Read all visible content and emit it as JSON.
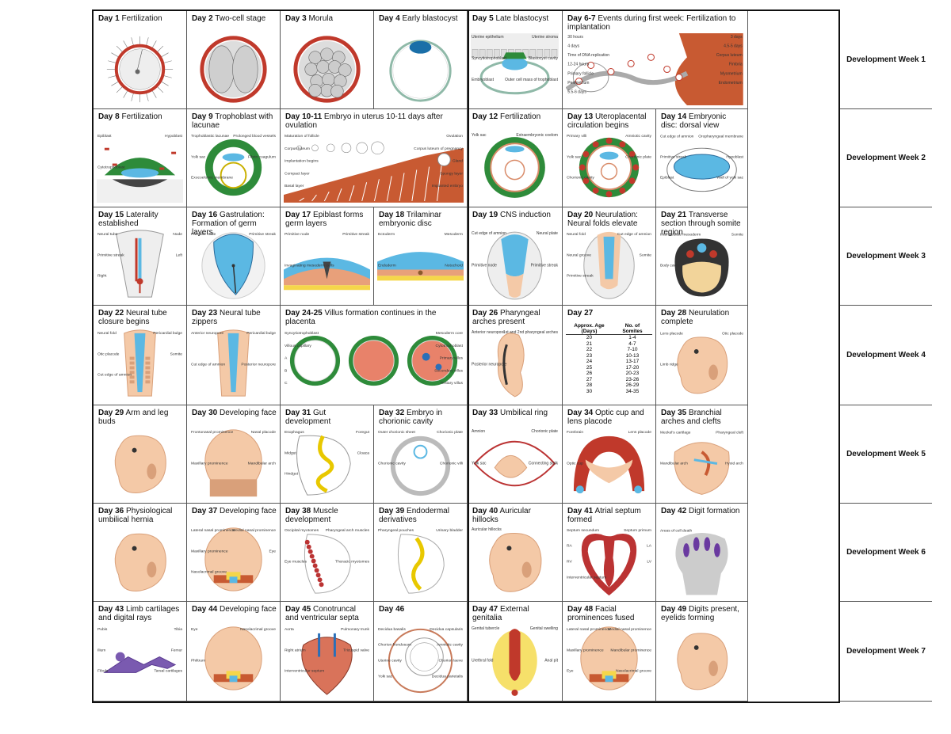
{
  "rows": [
    {
      "week": "Development Week 1",
      "cells": [
        {
          "day": "Day 1",
          "desc": "Fertilization",
          "art": "zygote"
        },
        {
          "day": "Day 2",
          "desc": "Two-cell stage",
          "art": "twocell"
        },
        {
          "day": "Day 3",
          "desc": "Morula",
          "art": "morula"
        },
        {
          "day": "Day 4",
          "desc": "Early blastocyst",
          "art": "blastocyst"
        },
        {
          "day": "Day 5",
          "desc": "Late blastocyst",
          "art": "lateblast",
          "labels": [
            "Uterine epithelium",
            "Uterine stroma",
            "Syncytiotrophoblast",
            "Blastocyst cavity",
            "Embryoblast",
            "Outer cell mass of trophoblast"
          ]
        },
        {
          "day": "Day 6-7",
          "desc": "Events during first week: Fertilization to implantation",
          "art": "tube",
          "labels": [
            "30 hours",
            "3 days",
            "4 days",
            "4.5-5 days",
            "Time of DNA replication",
            "Corpus luteum",
            "12-24 hours",
            "Fimbria",
            "Primary follicle",
            "Myometrium",
            "Perimetrium",
            "Endometrium",
            "5.5-6 days"
          ]
        }
      ]
    },
    {
      "week": "Development Week 2",
      "cells": [
        {
          "day": "Day 8",
          "desc": "Fertilization",
          "art": "implant",
          "labels": [
            "Epiblast",
            "Hypoblast",
            "Cytotrophoblast"
          ]
        },
        {
          "day": "Day 9",
          "desc": "Trophoblast with lacunae",
          "art": "lacunae",
          "labels": [
            "Trophoblastic lacunae",
            "Prolonged blood vessels",
            "Yolk sac",
            "Fibrin coagulum",
            "Exocoelomic membrane"
          ]
        },
        {
          "day": "Day 10-11",
          "desc": "Embryo in uterus 10-11 days after ovulation",
          "art": "uterus",
          "labels": [
            "Maturation of follicle",
            "Ovulation",
            "Corpus luteum",
            "Corpus luteum of pregnancy",
            "Implantation begins",
            "Gland",
            "Compact layer",
            "Spongy layer",
            "Basal layer",
            "Implanted embryo"
          ]
        },
        {
          "day": "Day 12",
          "desc": "Fertilization",
          "art": "day12",
          "labels": [
            "Yolk sac",
            "Extraembryonic coelom"
          ]
        },
        {
          "day": "Day 13",
          "desc": "Uteroplacental circulation begins",
          "art": "day13",
          "labels": [
            "Primary villi",
            "Amniotic cavity",
            "Yolk sac",
            "Chorionic plate",
            "Chorionic cavity"
          ]
        },
        {
          "day": "Day 14",
          "desc": "Embryonic disc: dorsal view",
          "art": "disc14",
          "labels": [
            "Cut edge of amnion",
            "Oropharyngeal membrane",
            "Primitive streak",
            "Hypoblast",
            "Epiblast",
            "Wall of yolk sac"
          ]
        }
      ]
    },
    {
      "week": "Development Week 3",
      "cells": [
        {
          "day": "Day 15",
          "desc": "Laterality established",
          "art": "laterality",
          "labels": [
            "Neural tube",
            "Node",
            "Primitive streak",
            "Left",
            "Right"
          ]
        },
        {
          "day": "Day 16",
          "desc": "Gastrulation: Formation of germ layers",
          "art": "gastrula",
          "labels": [
            "Primitive node",
            "Primitive streak"
          ]
        },
        {
          "day": "Day 17",
          "desc": "Epiblast forms germ layers",
          "art": "germ",
          "labels": [
            "Primitive node",
            "Primitive streak",
            "Invaginating mesoderm cells"
          ]
        },
        {
          "day": "Day 18",
          "desc": "Trilaminar embryonic disc",
          "art": "trilaminar",
          "labels": [
            "Ectoderm",
            "Mesoderm",
            "Endoderm",
            "Notochord"
          ]
        },
        {
          "day": "Day 19",
          "desc": "CNS induction",
          "art": "cns",
          "labels": [
            "Cut edge of amnion",
            "Neural plate",
            "Primitive node",
            "Primitive streak"
          ]
        },
        {
          "day": "Day 20",
          "desc": "Neurulation: Neural folds elevate",
          "art": "neuro",
          "labels": [
            "Neural fold",
            "Cut edge of amnion",
            "Neural groove",
            "Somite",
            "Primitive streak"
          ]
        },
        {
          "day": "Day 21",
          "desc": "Transverse section through somite region",
          "art": "section",
          "labels": [
            "Intermediate mesoderm",
            "Somite",
            "Body cavity"
          ]
        }
      ]
    },
    {
      "week": "Development Week 4",
      "cells": [
        {
          "day": "Day 22",
          "desc": "Neural tube closure begins",
          "art": "tube22",
          "labels": [
            "Neural fold",
            "Pericardial bulge",
            "Otic placode",
            "Somite",
            "Cut edge of amnion"
          ]
        },
        {
          "day": "Day 23",
          "desc": "Neural tube zippers",
          "art": "tube23",
          "labels": [
            "Anterior neuropore",
            "Pericardial bulge",
            "Cut edge of amnion",
            "Posterior neuropore"
          ]
        },
        {
          "day": "Day 24-25",
          "desc": "Villus formation continues in the placenta",
          "art": "villi",
          "labels": [
            "Syncytiotrophoblast",
            "Mesoderm core",
            "Villous capillary",
            "Cytotrophoblast",
            "A",
            "Primary villus",
            "B",
            "Secondary villus",
            "C",
            "Tertiary villus"
          ]
        },
        {
          "day": "Day 26",
          "desc": "Pharyngeal arches present",
          "art": "embryo26",
          "labels": [
            "Anterior neuropore",
            "1st and 2nd pharyngeal arches",
            "Posterior neuropore"
          ]
        },
        {
          "day": "Day 27",
          "desc": "",
          "art": "table",
          "table": {
            "head": [
              "Approx. Age (Days)",
              "No. of Somites"
            ],
            "rows": [
              [
                "20",
                "1-4"
              ],
              [
                "21",
                "4-7"
              ],
              [
                "22",
                "7-10"
              ],
              [
                "23",
                "10-13"
              ],
              [
                "24",
                "13-17"
              ],
              [
                "25",
                "17-20"
              ],
              [
                "26",
                "20-23"
              ],
              [
                "27",
                "23-26"
              ],
              [
                "28",
                "26-29"
              ],
              [
                "30",
                "34-35"
              ]
            ]
          }
        },
        {
          "day": "Day 28",
          "desc": "Neurulation complete",
          "art": "embryo28",
          "labels": [
            "Lens placode",
            "Otic placode",
            "Limb ridge"
          ]
        }
      ]
    },
    {
      "week": "Development Week 5",
      "cells": [
        {
          "day": "Day 29",
          "desc": "Arm and leg buds",
          "art": "embryo29"
        },
        {
          "day": "Day 30",
          "desc": "Developing face",
          "art": "face30",
          "labels": [
            "Frontonasal prominence",
            "Nasal placode",
            "Maxillary prominence",
            "Mandibular arch"
          ]
        },
        {
          "day": "Day 31",
          "desc": "Gut development",
          "art": "gut",
          "labels": [
            "Esophagus",
            "Foregut",
            "Midgut",
            "Cloaca",
            "Hindgut"
          ]
        },
        {
          "day": "Day 32",
          "desc": "Embryo in chorionic cavity",
          "art": "chorion",
          "labels": [
            "Outer chorionic sheet",
            "Chorionic plate",
            "Chorionic cavity",
            "Chorionic villi"
          ]
        },
        {
          "day": "Day 33",
          "desc": "Umbilical ring",
          "art": "umbilical",
          "labels": [
            "Amnion",
            "Chorionic plate",
            "Yolk sac",
            "Connecting stalk"
          ]
        },
        {
          "day": "Day 34",
          "desc": "Optic cup and lens placode",
          "art": "optic",
          "labels": [
            "Forebrain",
            "Lens placode",
            "Optic cup"
          ]
        },
        {
          "day": "Day 35",
          "desc": "Branchial arches and clefts",
          "art": "branchial",
          "labels": [
            "Meckel's cartilage",
            "Pharyngeal cleft",
            "Mandibular arch",
            "Hyoid arch"
          ]
        }
      ]
    },
    {
      "week": "Development Week 6",
      "cells": [
        {
          "day": "Day 36",
          "desc": "Physiological umbilical hernia",
          "art": "embryo36"
        },
        {
          "day": "Day 37",
          "desc": "Developing face",
          "art": "face37",
          "labels": [
            "Lateral nasal prominence",
            "Medial nasal prominence",
            "Maxillary prominence",
            "Eye",
            "Nasolacrimal groove"
          ]
        },
        {
          "day": "Day 38",
          "desc": "Muscle development",
          "art": "muscle",
          "labels": [
            "Occipital myotomes",
            "Pharyngeal arch muscles",
            "Eye muscles",
            "Thoracic myotomes"
          ]
        },
        {
          "day": "Day 39",
          "desc": "Endodermal derivatives",
          "art": "endo",
          "labels": [
            "Pharyngeal pouches",
            "Urinary bladder"
          ]
        },
        {
          "day": "Day 40",
          "desc": "Auricular hillocks",
          "art": "embryo40",
          "labels": [
            "Auricular hillocks"
          ]
        },
        {
          "day": "Day 41",
          "desc": "Atrial septum formed",
          "art": "heart",
          "labels": [
            "Septum secundum",
            "Septum primum",
            "RA",
            "LA",
            "RV",
            "LV",
            "Interventricular septum"
          ]
        },
        {
          "day": "Day 42",
          "desc": "Digit formation",
          "art": "digits",
          "labels": [
            "Areas of cell death"
          ]
        }
      ]
    },
    {
      "week": "Development Week 7",
      "cells": [
        {
          "day": "Day 43",
          "desc": "Limb cartilages and digital rays",
          "art": "cartilage",
          "labels": [
            "Pubis",
            "Tibia",
            "Ilium",
            "Femur",
            "Fibula",
            "Tarsal cartilages"
          ]
        },
        {
          "day": "Day 44",
          "desc": "Developing face",
          "art": "face44",
          "labels": [
            "Eye",
            "Nasolacrimal groove",
            "Philtrum"
          ]
        },
        {
          "day": "Day 45",
          "desc": "Conotruncal and ventricular septa",
          "art": "septa",
          "labels": [
            "Aorta",
            "Pulmonary trunk",
            "Right atrium",
            "Tricuspid valve",
            "Interventricular septum"
          ]
        },
        {
          "day": "Day 46",
          "desc": "",
          "art": "decidua",
          "labels": [
            "Decidua basalis",
            "Decidua capsularis",
            "Chorion frondosum",
            "Amniotic cavity",
            "Uterine cavity",
            "Chorion laeve",
            "Yolk sac",
            "Decidua parietalis"
          ]
        },
        {
          "day": "Day 47",
          "desc": "External genitalia",
          "art": "genitalia",
          "labels": [
            "Genital tubercle",
            "Genital swelling",
            "Urethral fold",
            "Anal pit"
          ]
        },
        {
          "day": "Day 48",
          "desc": "Facial prominences fused",
          "art": "face48",
          "labels": [
            "Lateral nasal prominence",
            "Medial nasal prominence",
            "Maxillary prominence",
            "Mandibular prominence",
            "Eye",
            "Nasolacrimal groove"
          ]
        },
        {
          "day": "Day 49",
          "desc": "Digits present, eyelids forming",
          "art": "embryo49"
        }
      ]
    }
  ]
}
